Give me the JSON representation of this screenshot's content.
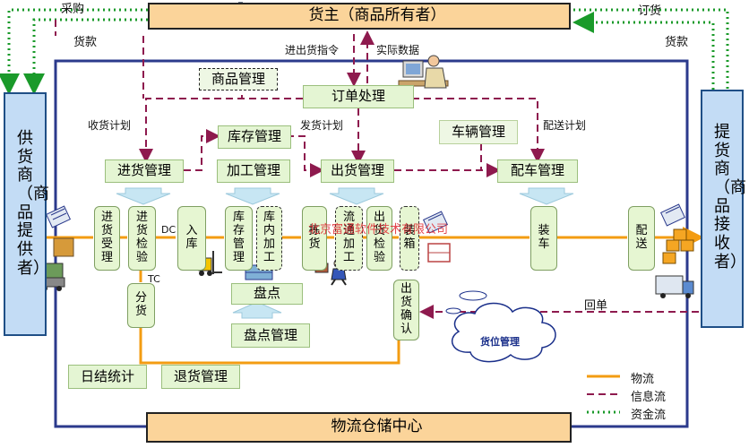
{
  "title_top": "货主（商品所有者）",
  "title_bottom": "物流仓储中心",
  "supplier": "供货商（商品提供者）",
  "receiver": "提货商（商品接收者）",
  "flow_labels": {
    "purchase": "采购",
    "payment_left": "货款",
    "order_goods": "订货",
    "payment_right": "货款",
    "io_instruction": "进出货指令",
    "actual_data": "实际数据",
    "receive_plan": "收货计划",
    "ship_plan": "发货计划",
    "delivery_plan": "配送计划",
    "dc": "DC",
    "tc": "TC",
    "receipt": "回单"
  },
  "modules": {
    "goods_mgmt": "商品管理",
    "order_proc": "订单处理",
    "inventory_mgmt": "库存管理",
    "vehicle_mgmt": "车辆管理",
    "inbound_mgmt": "进货管理",
    "processing_mgmt": "加工管理",
    "outbound_mgmt": "出货管理",
    "dispatch_mgmt": "配车管理",
    "stock_count": "盘点",
    "stock_count_mgmt": "盘点管理",
    "daily_stats": "日结统计",
    "return_mgmt": "退货管理",
    "location_mgmt": "货位管理"
  },
  "processes": {
    "receiving": "进货受理",
    "inbound_check": "进货检验",
    "put_in": "入库",
    "stock_mgmt": "库存管理",
    "in_store_proc": "库内加工",
    "picking": "拣货",
    "circ_proc": "流通加工",
    "out_check": "出货检验",
    "packing": "装箱",
    "loading": "装车",
    "delivery": "配送",
    "distribute": "分货",
    "out_confirm": "出货确认"
  },
  "legend": {
    "material": "物流",
    "info": "信息流",
    "capital": "资金流"
  },
  "watermark": "北京富通软件技术有限公司",
  "colors": {
    "material_flow": "#f39c12",
    "info_flow": "#8e1a4e",
    "capital_flow": "#1a9a2a",
    "border": "#2b3a8c"
  },
  "icons": [
    "factory-icon",
    "shop-icon",
    "warehouse-icon",
    "computer-user-icon",
    "forklift-icon",
    "worker-icon",
    "truck-icon",
    "boxes-icon",
    "document-icon",
    "cloud-icon"
  ]
}
